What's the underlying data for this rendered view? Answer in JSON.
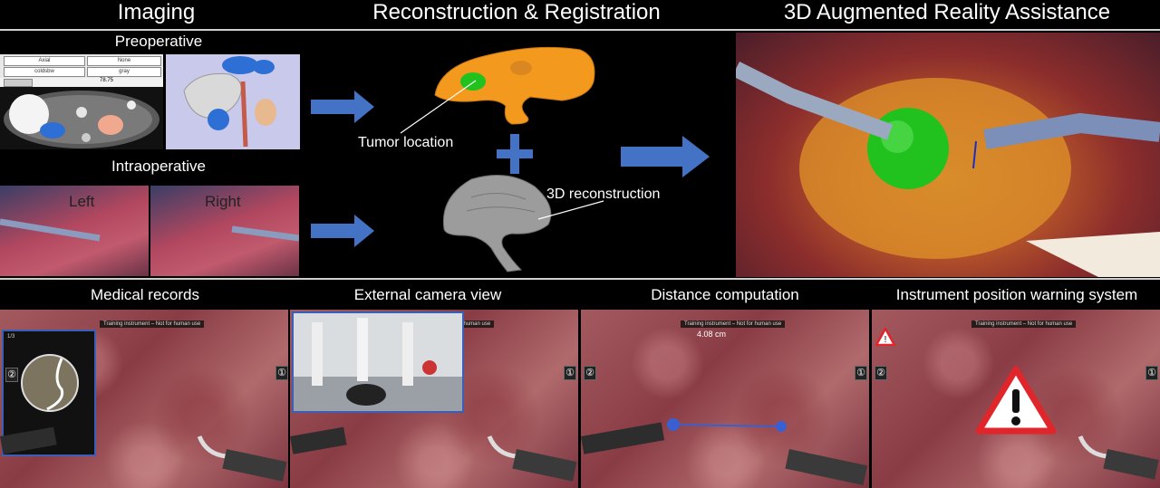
{
  "top": {
    "imaging_title": "Imaging",
    "recon_title": "Reconstruction & Registration",
    "ar_title": "3D Augmented Reality Assistance",
    "preoperative": "Preoperative",
    "intraoperative": "Intraoperative",
    "left_label": "Left",
    "right_label": "Right",
    "tumor_location": "Tumor location",
    "reconstruction_3d": "3D reconstruction",
    "ct_toolbar": {
      "field1": "Axial",
      "field2": "None",
      "field3": "coldsbw",
      "field4": "gray",
      "value": "78.75"
    }
  },
  "bottom": {
    "medical_records": "Medical records",
    "external_camera": "External camera view",
    "distance_computation": "Distance computation",
    "warning_system": "Instrument position  warning system",
    "training_banner": "Training instrument – Not for human use",
    "distance_value": "4.08  cm",
    "badge_one": "①",
    "badge_two": "②",
    "record_page": "1/3"
  },
  "colors": {
    "arrow_blue": "#4472c4",
    "liver_orange": "#f39a1e",
    "tumor_green": "#21c21e",
    "warning_red": "#e0252b",
    "distance_line": "#3a5fd0"
  }
}
